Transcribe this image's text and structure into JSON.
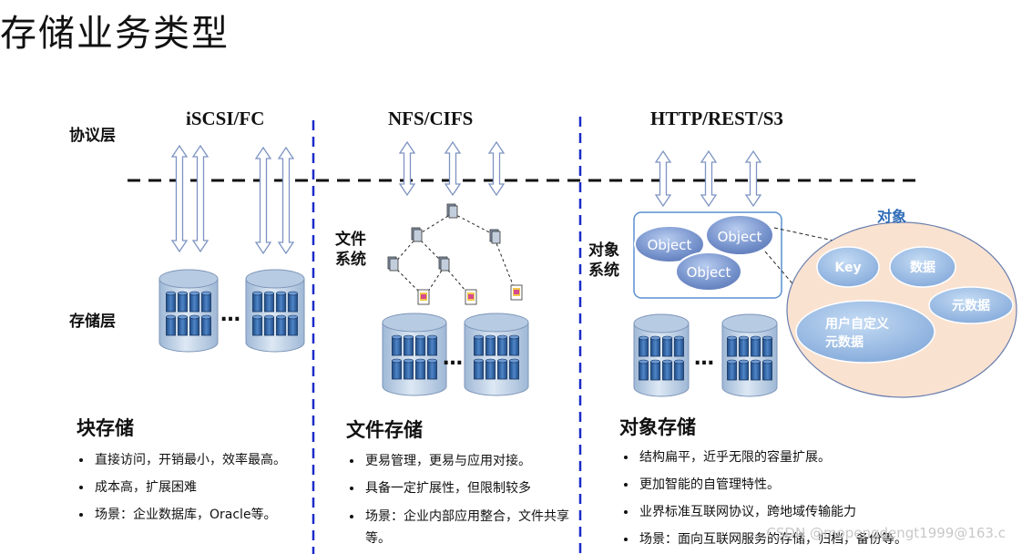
{
  "title": "存储业务类型",
  "layers": {
    "protocol": "协议层",
    "storage": "存储层"
  },
  "columns": [
    {
      "protocol": "iSCSI/FC",
      "heading": "块存储",
      "bullets": [
        "直接访问，开销最小，效率最高。",
        "成本高，扩展困难",
        "场景：企业数据库，Oracle等。"
      ]
    },
    {
      "protocol": "NFS/CIFS",
      "system_label": [
        "文件",
        "系统"
      ],
      "heading": "文件存储",
      "bullets": [
        "更易管理，更易与应用对接。",
        "具备一定扩展性，但限制较多",
        "场景：企业内部应用整合，文件共享等。"
      ]
    },
    {
      "protocol": "HTTP/REST/S3",
      "system_label": [
        "对象",
        "系统"
      ],
      "heading": "对象存储",
      "bullets": [
        "结构扁平，近乎无限的容量扩展。",
        "更加智能的自管理特性。",
        "业界标准互联网协议，跨地域传输能力",
        "场景：面向互联网服务的存储，归档，备份等。"
      ]
    }
  ],
  "object_items": [
    "Object",
    "Object",
    "Object"
  ],
  "object_detail": {
    "title": "对象",
    "parts": [
      "Key",
      "数据",
      "元数据",
      "用户自定义",
      "元数据"
    ]
  },
  "ellipsis": "…",
  "watermark": "CSDN @mopengdengt1999@163.c",
  "colors": {
    "divider": "#1a2cc8",
    "arrow": "#8fa4cc",
    "disk_top": "#a8c0dc",
    "disk_body": "#c9d8ea",
    "block": "#2f5f9e",
    "object_ellipse": "#8ea8d4",
    "detail_fill": "#f9e3d3",
    "detail_part": "#8fb6e3"
  }
}
